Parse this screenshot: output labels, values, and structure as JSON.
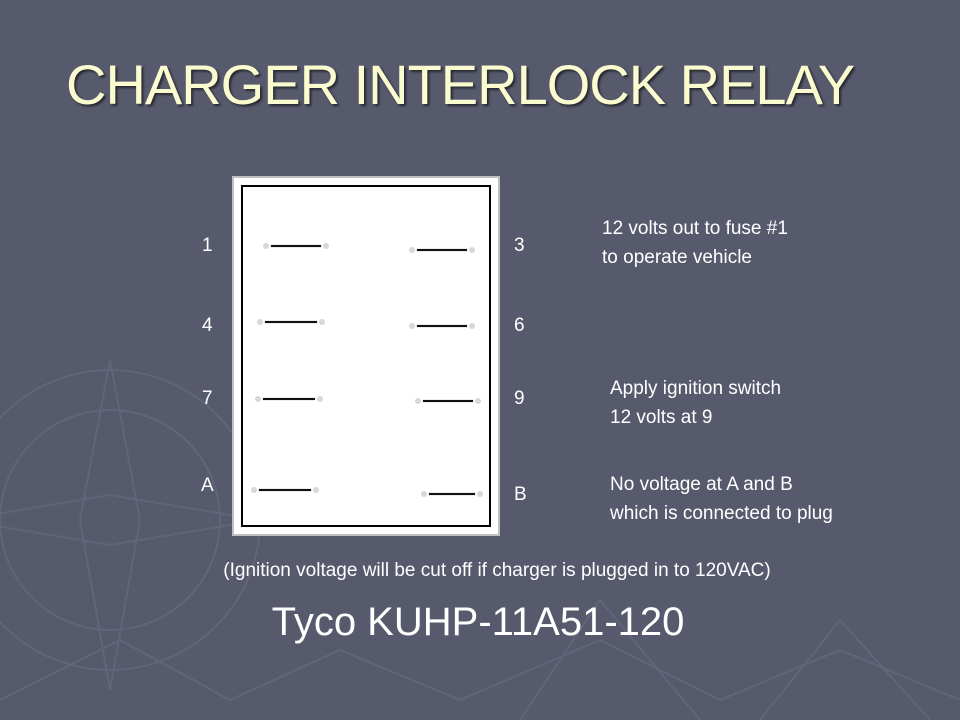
{
  "slide": {
    "title": "CHARGER INTERLOCK RELAY",
    "caption": "(Ignition voltage will be cut off if charger is plugged in to 120VAC)",
    "part_number": "Tyco KUHP-11A51-120"
  },
  "relay": {
    "left_pins": [
      "1",
      "4",
      "7",
      "A"
    ],
    "right_pins": [
      "3",
      "6",
      "9",
      "B"
    ]
  },
  "notes": {
    "pin3": {
      "line1": "12 volts out to fuse #1",
      "line2": "to operate vehicle"
    },
    "pin9": {
      "line1": "Apply ignition switch",
      "line2": "12 volts at 9"
    },
    "pinB": {
      "line1": "No voltage at A and B",
      "line2": "which is connected to plug"
    }
  },
  "colors": {
    "background": "#575a6c",
    "title": "#fbfbd0",
    "text": "#ffffff",
    "relay_face": "#ffffff"
  }
}
